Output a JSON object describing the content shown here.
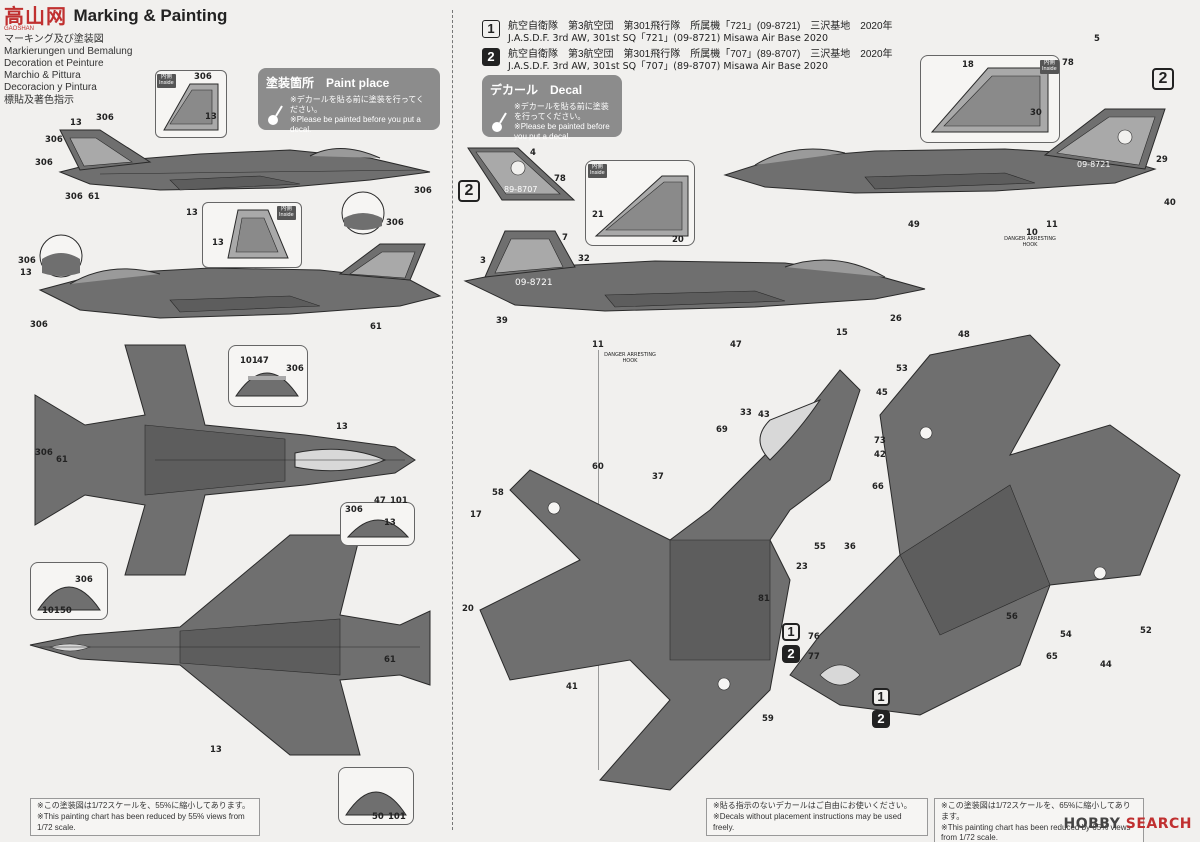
{
  "header": {
    "logo": "高山网",
    "logo_sub": "GAOSHAN",
    "title": "Marking & Painting",
    "title_lines": [
      "マーキング及び塗装図",
      "Markierungen und Bemalung",
      "Decoration et Peinture",
      "Marchio & Pittura",
      "Decoracion y Pintura",
      "標貼及著色指示"
    ]
  },
  "versions": [
    {
      "badge": "1",
      "style": "outline",
      "jp": "航空自衛隊　第3航空団　第301飛行隊　所属機「721」(09-8721)　三沢基地　2020年",
      "en": "J.A.S.D.F. 3rd AW, 301st SQ「721」(09-8721) Misawa Air Base 2020"
    },
    {
      "badge": "2",
      "style": "solid",
      "jp": "航空自衛隊　第3航空団　第301飛行隊　所属機「707」(89-8707)　三沢基地　2020年",
      "en": "J.A.S.D.F. 3rd AW, 301st SQ「707」(89-8707) Misawa Air Base 2020"
    }
  ],
  "paint_box": {
    "title": "塗装箇所　Paint place",
    "desc_jp": "※デカールを貼る前に塗装を行ってください。",
    "desc_en": "※Please be painted before you put a decal."
  },
  "decal_box": {
    "title": "デカール　Decal",
    "desc_jp": "※デカールを貼る前に塗装を行ってください。",
    "desc_en": "※Please be painted before you put a decal."
  },
  "inside_label": "内側\nInside",
  "aircraft": {
    "tail_codes": [
      "89-8707",
      "09-8721",
      "09-8721"
    ],
    "arresting_hook_labels": [
      "DANGER ARRESTING HOOK",
      "DANGER ARRESTING HOOK"
    ]
  },
  "callouts_left": [
    {
      "text": "306",
      "id": "c1"
    },
    {
      "text": "13",
      "id": "c2"
    },
    {
      "text": "306",
      "id": "c3"
    },
    {
      "text": "306",
      "id": "c4"
    },
    {
      "text": "306",
      "id": "c5"
    },
    {
      "text": "13",
      "id": "c6"
    },
    {
      "text": "306",
      "id": "c7"
    },
    {
      "text": "61",
      "id": "c8"
    },
    {
      "text": "13",
      "id": "c9"
    },
    {
      "text": "306",
      "id": "c10"
    },
    {
      "text": "13",
      "id": "c11"
    },
    {
      "text": "306",
      "id": "c12"
    },
    {
      "text": "13",
      "id": "c13"
    },
    {
      "text": "306",
      "id": "c14"
    },
    {
      "text": "61",
      "id": "c15"
    },
    {
      "text": "306",
      "id": "c16"
    },
    {
      "text": "101",
      "id": "c17"
    },
    {
      "text": "47",
      "id": "c18"
    },
    {
      "text": "306",
      "id": "c19"
    },
    {
      "text": "13",
      "id": "c20"
    },
    {
      "text": "306",
      "id": "c21"
    },
    {
      "text": "61",
      "id": "c22"
    },
    {
      "text": "306",
      "id": "c23"
    },
    {
      "text": "13",
      "id": "c24"
    },
    {
      "text": "47",
      "id": "c25"
    },
    {
      "text": "101",
      "id": "c26"
    },
    {
      "text": "306",
      "id": "c27"
    },
    {
      "text": "101",
      "id": "c28"
    },
    {
      "text": "50",
      "id": "c29"
    },
    {
      "text": "61",
      "id": "c30"
    },
    {
      "text": "13",
      "id": "c31"
    },
    {
      "text": "50",
      "id": "c32"
    },
    {
      "text": "101",
      "id": "c33"
    }
  ],
  "callouts_right": [
    {
      "text": "4",
      "id": "r1"
    },
    {
      "text": "78",
      "id": "r2"
    },
    {
      "text": "7",
      "id": "r3"
    },
    {
      "text": "32",
      "id": "r4"
    },
    {
      "text": "21",
      "id": "r5"
    },
    {
      "text": "20",
      "id": "r6"
    },
    {
      "text": "3",
      "id": "r7"
    },
    {
      "text": "39",
      "id": "r8"
    },
    {
      "text": "11",
      "id": "r9"
    },
    {
      "text": "47",
      "id": "r10"
    },
    {
      "text": "15",
      "id": "r11"
    },
    {
      "text": "26",
      "id": "r12"
    },
    {
      "text": "5",
      "id": "r13"
    },
    {
      "text": "78",
      "id": "r14"
    },
    {
      "text": "18",
      "id": "r15"
    },
    {
      "text": "30",
      "id": "r16"
    },
    {
      "text": "29",
      "id": "r17"
    },
    {
      "text": "40",
      "id": "r18"
    },
    {
      "text": "49",
      "id": "r19"
    },
    {
      "text": "10",
      "id": "r20"
    },
    {
      "text": "11",
      "id": "r21"
    },
    {
      "text": "60",
      "id": "r22"
    },
    {
      "text": "37",
      "id": "r23"
    },
    {
      "text": "69",
      "id": "r24"
    },
    {
      "text": "33",
      "id": "r25"
    },
    {
      "text": "43",
      "id": "r26"
    },
    {
      "text": "55",
      "id": "r27"
    },
    {
      "text": "81",
      "id": "r28"
    },
    {
      "text": "23",
      "id": "r29"
    },
    {
      "text": "17",
      "id": "r30"
    },
    {
      "text": "58",
      "id": "r31"
    },
    {
      "text": "20",
      "id": "r32"
    },
    {
      "text": "41",
      "id": "r33"
    },
    {
      "text": "59",
      "id": "r34"
    },
    {
      "text": "53",
      "id": "r35"
    },
    {
      "text": "48",
      "id": "r36"
    },
    {
      "text": "45",
      "id": "r37"
    },
    {
      "text": "73",
      "id": "r38"
    },
    {
      "text": "42",
      "id": "r39"
    },
    {
      "text": "66",
      "id": "r40"
    },
    {
      "text": "36",
      "id": "r41"
    },
    {
      "text": "56",
      "id": "r42"
    },
    {
      "text": "54",
      "id": "r43"
    },
    {
      "text": "52",
      "id": "r44"
    },
    {
      "text": "65",
      "id": "r45"
    },
    {
      "text": "44",
      "id": "r46"
    },
    {
      "text": "76",
      "id": "r47"
    },
    {
      "text": "77",
      "id": "r48"
    }
  ],
  "footer": {
    "note_left_jp": "※この塗装図は1/72スケールを、55%に縮小してあります。",
    "note_left_en": "※This painting chart has been reduced by 55% views from 1/72 scale.",
    "note_mid_jp": "※貼る指示のないデカールはご自由にお使いください。",
    "note_mid_en": "※Decals without placement instructions may be used freely.",
    "note_right_jp": "※この塗装図は1/72スケールを、65%に縮小してあります。",
    "note_right_en": "※This painting chart has been reduced by 65% views from 1/72 scale.",
    "brand_a": "HOBBY",
    "brand_b": "SEARCH"
  },
  "colors": {
    "body": "#6f6f6f",
    "body_dark": "#5d5d5d",
    "light_panel": "#a9a9a9",
    "line": "#2a2a2a",
    "box_bg": "#8c8c8c",
    "brand": "#c03030"
  }
}
